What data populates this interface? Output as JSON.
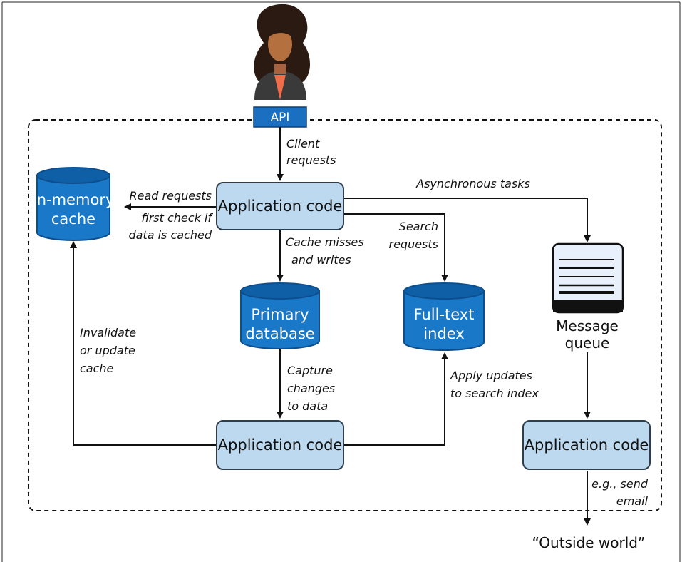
{
  "colors": {
    "app_box_fill": "#bcd9ef",
    "app_box_stroke": "#2f3e4e",
    "db_fill": "#1a78c8",
    "db_top": "#0f5fa6",
    "api_fill": "#1a6fc0",
    "queue_fill": "#e8f1fb",
    "line": "#111111"
  },
  "icons": {
    "user": "person-avatar-icon",
    "queue": "message-queue-icon"
  },
  "api": {
    "label": "API"
  },
  "nodes": {
    "app_top": "Application code",
    "app_bottom": "Application code",
    "app_right": "Application code",
    "cache": [
      "In-memory",
      "cache"
    ],
    "primary_db": [
      "Primary",
      "database"
    ],
    "fulltext": [
      "Full-text",
      "index"
    ],
    "queue": [
      "Message",
      "queue"
    ],
    "outside": "“Outside world”"
  },
  "edges": {
    "client_requests": [
      "Client",
      "requests"
    ],
    "read_requests": [
      "Read requests",
      "first check if",
      "data is cached"
    ],
    "async_tasks": "Asynchronous tasks",
    "cache_misses": [
      "Cache misses",
      "and writes"
    ],
    "search_requests": [
      "Search",
      "requests"
    ],
    "invalidate": [
      "Invalidate",
      "or update",
      "cache"
    ],
    "capture_changes": [
      "Capture",
      "changes",
      "to data"
    ],
    "apply_updates": [
      "Apply updates",
      "to search index"
    ],
    "send_email": [
      "e.g., send",
      "email"
    ]
  }
}
